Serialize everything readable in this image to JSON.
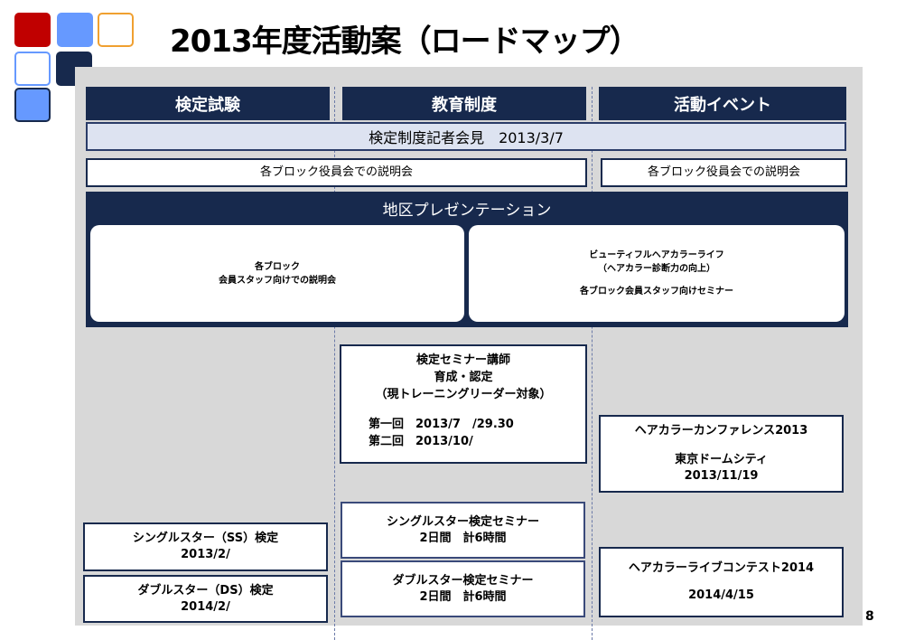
{
  "slide": {
    "title": "2013年度活動案（ロードマップ）",
    "page_number": "8"
  },
  "columns": [
    {
      "label": "検定試験"
    },
    {
      "label": "教育制度"
    },
    {
      "label": "活動イベント"
    }
  ],
  "press_conference": "検定制度記者会見　2013/3/7",
  "block_briefings": {
    "left": "各ブロック役員会での説明会",
    "right": "各ブロック役員会での説明会"
  },
  "regional": {
    "title": "地区プレゼンテーション",
    "left_lines": [
      "各ブロック",
      "会員スタッフ向けでの説明会"
    ],
    "right_lines": [
      "ビューティフルヘアカラーライフ",
      "（ヘアカラー診断力の向上）",
      "",
      "各ブロック会員スタッフ向けセミナー"
    ]
  },
  "instructor_seminar": {
    "lines": [
      "検定セミナー講師",
      "育成・認定",
      "（現トレーニングリーダー対象）"
    ],
    "sessions": [
      "第一回　2013/7　/29.30",
      "第二回　2013/10/"
    ]
  },
  "hair_color_conference": {
    "lines": [
      "ヘアカラーカンファレンス2013",
      "",
      "東京ドームシティ",
      "2013/11/19"
    ]
  },
  "single_star_seminar": {
    "lines": [
      "シングルスター検定セミナー",
      "2日間　計6時間"
    ]
  },
  "double_star_seminar": {
    "lines": [
      "ダブルスター検定セミナー",
      "2日間　計6時間"
    ]
  },
  "ss_exam": {
    "lines": [
      "シングルスター（SS）検定",
      "2013/2/"
    ]
  },
  "ds_exam": {
    "lines": [
      "ダブルスター（DS）検定",
      "2014/2/"
    ]
  },
  "live_contest": {
    "lines": [
      "ヘアカラーライブコンテスト2014",
      "",
      "2014/4/15"
    ]
  },
  "colors": {
    "navy": "#17294d",
    "logo_red": "#c00000",
    "logo_blue": "#6699ff",
    "logo_orange": "#f0a030",
    "panel_gray": "#d8d8d8",
    "press_fill": "#dde3f1"
  }
}
